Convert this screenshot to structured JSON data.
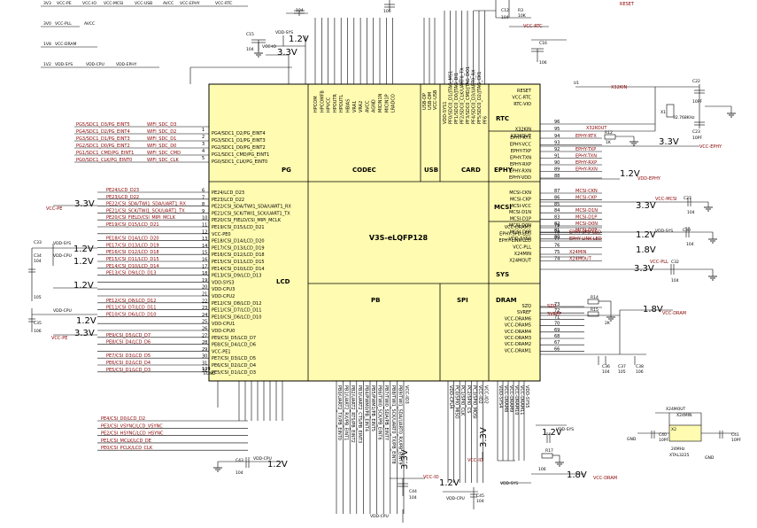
{
  "chip": {
    "name": "V3S-eLQFP128",
    "blocks": {
      "pg": "PG",
      "codec": "CODEC",
      "usb": "USB",
      "card": "CARD",
      "rtc": "RTC",
      "ephy": "EPHY",
      "mcsi": "MCSI",
      "sys": "SYS",
      "lcd": "LCD",
      "dram": "DRAM",
      "pb": "PB",
      "spi": "SPI"
    }
  },
  "top_power": {
    "labels": [
      "3V3",
      "VCC-PE",
      "VCC-IO",
      "VCC-MCSI",
      "VCC-USB",
      "AVCC",
      "VCC-EPHY",
      "VCC-RTC",
      "3V0",
      "VCC-PLL",
      "AVCC",
      "1V8",
      "VCC-DRAM",
      "1V2",
      "VDD-SYS",
      "VDD-CPU",
      "VDD-EPHY",
      "VDD-SYS",
      "RESET"
    ],
    "volt": {
      "v33": "3.3V",
      "v12": "1.2V",
      "v18": "1.8V"
    }
  },
  "caps": {
    "c15": "C15",
    "v104": "104",
    "c16": "C16",
    "v106": "106",
    "c22": "C22",
    "v10pf": "10PF",
    "c23": "C23",
    "c27": "C27",
    "c30": "C30",
    "c32": "C32",
    "c33": "C33",
    "c34": "C34",
    "c35": "C35",
    "c36": "C36",
    "c37": "C37",
    "c38": "C38",
    "c39": "C39",
    "c40": "C40",
    "c41": "C41",
    "c43": "C43",
    "c44": "C44",
    "c45": "C45",
    "v105": "105",
    "c12": "C12",
    "c13": "C13",
    "v10k": "10K",
    "r3": "R3",
    "r12": "R12",
    "v1k": "1K",
    "r14": "R14",
    "r15": "R15",
    "v2k": "2K",
    "r17": "R17"
  },
  "pg": {
    "nets": [
      {
        "left": "PG5/SDC1_D3/PG_EINT5",
        "right": "WIFI_SDC_D3",
        "pin": "1"
      },
      {
        "left": "PG4/SDC1_D2/PG_EINT4",
        "right": "WIFI_SDC_D2",
        "pin": "2"
      },
      {
        "left": "PG3/SDC1_D1/PG_EINT3",
        "right": "WIFI_SDC_D1",
        "pin": "3"
      },
      {
        "left": "PG2/SDC1_D0/PG_EINT2",
        "right": "WIFI_SDC_D0",
        "pin": "4"
      },
      {
        "left": "PG1/SDC1_CMD/PG_EINT1",
        "right": "WIFI_SDC_CMD",
        "pin": "5"
      },
      {
        "left": "PG0/SDC1_CLK/PG_EINT0",
        "right": "WIFI_SDC_CLK",
        "pin": ""
      }
    ],
    "inner": [
      "PG4/SDC1_D2/PG_EINT4",
      "PG3/SDC1_D1/PG_EINT3",
      "PG2/SDC1_D0/PG_EINT2",
      "PG1/SDC1_CMD/PG_EINT1",
      "PG0/SDC1_CLK/PG_EINT0"
    ]
  },
  "lcd": {
    "outer": [
      "PE24/LCD_D23",
      "PE23/LCD_D22",
      "PE22/CSI_SDA/TWI1_SDA/UART1_RX",
      "PE21/CSI_SCK/TWI1_SCK/UART1_TX",
      "PE20/CSI_FIELD/CSI_MIPI_MCLK",
      "PE19/CSI_D15/LCD_D21",
      "",
      "PE18/CSI_D14/LCD_D20",
      "PE17/CSI_D13/LCD_D19",
      "PE16/CSI_D12/LCD_D18",
      "PE15/CSI_D11/LCD_D15",
      "PE14/CSI_D10/LCD_D14",
      "PE13/CSI_D9/LCD_D13",
      "",
      "",
      "",
      "PE12/CSI_D8/LCD_D12",
      "PE11/CSI_D7/LCD_D11",
      "PE10/CSI_D6/LCD_D10",
      "",
      "",
      "PE9/CSI_D5/LCD_D7",
      "PE8/CSI_D4/LCD_D6",
      "",
      "PE7/CSI_D3/LCD_D5",
      "PE6/CSI_D2/LCD_D4",
      "PE5/CSI_D1/LCD_D3"
    ],
    "inner": [
      "PE24/LCD_D23",
      "PE23/LCD_D22",
      "PE22/CSI_SDA/TWI1_SDA/UART1_RX",
      "PE21/CSI_SCK/TWI1_SCK/UART1_TX",
      "PE20/CSI_FIELD/CSI_MIPI_MCLK",
      "PE19/CSI_D15/LCD_D21",
      "VCC-PE0",
      "PE18/CSI_D14/LCD_D20",
      "PE17/CSI_D13/LCD_D19",
      "PE16/CSI_D12/LCD_D18",
      "PE15/CSI_D11/LCD_D15",
      "PE14/CSI_D10/LCD_D14",
      "PE13/CSI_D9/LCD_D13",
      "VDD-SYS3",
      "VDD-CPU3",
      "VDD-CPU2",
      "PE12/CSI_D8/LCD_D12",
      "PE11/CSI_D7/LCD_D11",
      "PE10/CSI_D6/LCD_D10",
      "VDD-CPU1",
      "VDD-CPU0",
      "PE9/CSI_D5/LCD_D7",
      "PE8/CSI_D4/LCD_D6",
      "VCC-PE1",
      "PE7/CSI_D3/LCD_D5",
      "PE6/CSI_D2/LCD_D4",
      "PE5/CSI_D1/LCD_D3"
    ],
    "pins": [
      "6",
      "7",
      "8",
      "9",
      "10",
      "11",
      "12",
      "13",
      "14",
      "15",
      "16",
      "17",
      "18",
      "19",
      "20",
      "21",
      "22",
      "23",
      "24",
      "25",
      "26",
      "27",
      "28",
      "29",
      "30",
      "31",
      "32"
    ],
    "egnd": "EGND",
    "egnd_pin": "129",
    "bottom": [
      "PE4/CSI_D0/LCD_D2",
      "PE3/CSI_VSYNC/LCD_VSYNC",
      "PE2/CSI_HSYNC/LCD_HSYNC",
      "PE1/CSI_MCLK/LCD_DE",
      "PE0/CSI_PCLK/LCD_CLK"
    ]
  },
  "ephy": {
    "inner": [
      "EPHY-RTX",
      "EPHY-VCC",
      "EPHY-TXP",
      "EPHY-TXN",
      "EPHY-RXP",
      "EPHY-RXN",
      "EPHY-VDD"
    ],
    "pins": [
      "94",
      "93",
      "92",
      "91",
      "90",
      "89",
      "88"
    ],
    "nets": [
      "EPHY-RTX",
      "",
      "EPHY-TXP",
      "EPHY-TXN",
      "EPHY-RXP",
      "EPHY-RXN",
      ""
    ]
  },
  "mcsi": {
    "inner": [
      "MCSI-CKN",
      "MCSI-CKP",
      "MCSI-VCC",
      "MCSI-D1N",
      "MCSI-D1P",
      "MCSI-D0N",
      "MCSI-D0P",
      "VDD-SYS0"
    ],
    "pins": [
      "87",
      "86",
      "85",
      "84",
      "83",
      "82",
      "81",
      "80"
    ],
    "nets": [
      "MCSI-CKN",
      "MCSI-CKP",
      "",
      "MCSI-D1N",
      "MCSI-D1P",
      "MCSI-D0N",
      "MCSI-D0P",
      ""
    ]
  },
  "sys": {
    "inner": [
      "VCC-DRAM7",
      "EPHY-SPD-LED",
      "EPHY-LINK-LED",
      "VCC-PLL",
      "X24MIN",
      "X24MOUT"
    ],
    "pins": [
      "79",
      "78",
      "77",
      "76",
      "75",
      "74"
    ],
    "nets": [
      "",
      "EPHY-SPD-LED",
      "EPHY-LINK-LED",
      "",
      "X24MIN",
      "X24MOUT"
    ]
  },
  "dram": {
    "inner": [
      "SZQ",
      "SVREF",
      "VCC-DRAM6",
      "VCC-DRAM5",
      "VCC-DRAM4",
      "VCC-DRAM3",
      "VCC-DRAM2",
      "VCC-DRAM1"
    ],
    "pins": [
      "73",
      "72",
      "71",
      "70",
      "69",
      "68",
      "67",
      "66",
      "65"
    ],
    "bottom": [
      "VDD-SYS4",
      "VCC-DRAM8",
      "VCC-DRAM9",
      "VCC-DRAM10",
      "VCC-DRAM11",
      "VDD-SYS5"
    ]
  },
  "rtc": {
    "inner": [
      "RESET",
      "VCC-RTC",
      "RTC-VIO",
      "X32KIN",
      "X32KOUT"
    ],
    "pins": [
      "96",
      "95"
    ],
    "nets": [
      "X32KIN",
      "X32KOUT"
    ],
    "xtal": "32.768KHz",
    "u1": "U1",
    "x1": "X1"
  },
  "codec": {
    "pins": [
      "HPCOM",
      "HPCOMFB",
      "HPVCC",
      "HPOUTR",
      "HPOUTL",
      "HBIAS",
      "VRA1",
      "VRA2",
      "AVCC",
      "AGND",
      "MICIN1N",
      "MICIN1P",
      "LRADCO"
    ]
  },
  "usb": {
    "pins": [
      "USB-DP",
      "USB-DM",
      "VCC-USB"
    ]
  },
  "card": {
    "pins": [
      "VDD-SYS1",
      "PF0/SDC0_D1/JTAG_MS1",
      "PF1/SDC0_D0/JTAG_DI1",
      "PF2/SDC0_CLK/UART0_TX",
      "PF3/SDC0_CMD/JTAG_DO1",
      "PF4/SDC0_D3/UART0_RX",
      "PF5/SDC0_D2/JTAG_CK1",
      "PF6"
    ]
  },
  "pb": {
    "pins": [
      "PB0/UART2_TX/PB_EINT0",
      "PB1/UART2_RX/PB_EINT1",
      "PB2/UART2_RTS/PB_EINT2",
      "PB3/UART2_CTS/PB_EINT3",
      "PB4/PWM0/PB_EINT4",
      "PB5/PWM1/PB_EINT5",
      "PB6/TWI0_SCK/PB_EINT6",
      "PB7/TWI0_SDA/PB_EINT7",
      "PB8/TWI1_SCK/UART0_TX/PB_EINT8",
      "PB9/TWI1_SDA/UART0_RX/PB_EINT9",
      "VCC-IO3"
    ]
  },
  "spi": {
    "pins": [
      "VDD-CPU4",
      "PC0/SPI0_MISO",
      "PC1/SPI0_CLK",
      "PC2/SPI0_CS",
      "PC3/SPI0_MOSI",
      "VCC-IO2",
      "VCC-IO2"
    ]
  },
  "misc": {
    "gnd": "GND",
    "x24mout": "X24MOUT",
    "x24min": "X24MIN",
    "xtal24": "24MHz",
    "xtal_pkg": "XTAL3225",
    "szq": "SZQ",
    "svref": "SVREF",
    "x2": "X2"
  }
}
